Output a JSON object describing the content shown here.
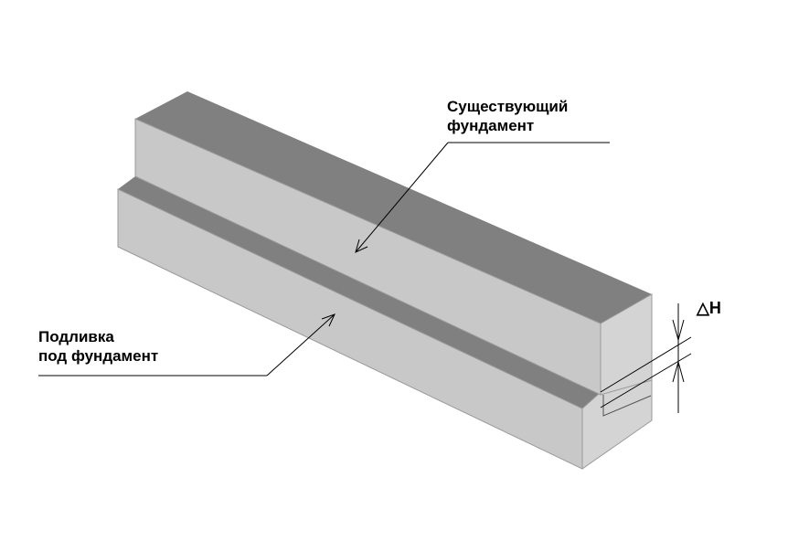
{
  "labels": {
    "existing_foundation": [
      "Существующий",
      "фундамент"
    ],
    "grout_under_foundation": [
      "Подливка",
      "под фундамент"
    ],
    "height_difference": "△H"
  },
  "colors": {
    "background": "#ffffff",
    "top_face": "#808080",
    "front_face": "#c8c8c8",
    "side_face": "#d4d4d4",
    "ink": "#000000"
  }
}
